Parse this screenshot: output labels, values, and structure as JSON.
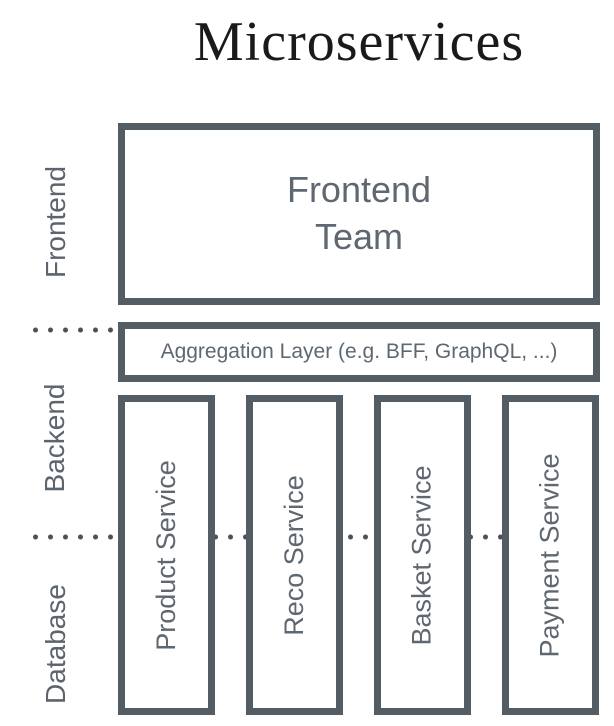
{
  "title": "Microservices",
  "colors": {
    "border": "#545c64",
    "box_text": "#5f6870",
    "side_text": "#5c656d",
    "dot": "#49515a",
    "title_text": "#1a1a1a"
  },
  "side_labels": [
    {
      "label": "Frontend"
    },
    {
      "label": "Backend"
    },
    {
      "label": "Database"
    }
  ],
  "frontend_team": {
    "label": "Frontend\nTeam"
  },
  "aggregation_layer": {
    "label": "Aggregation Layer (e.g. BFF, GraphQL, ...)"
  },
  "services": [
    {
      "label": "Product Service"
    },
    {
      "label": "Reco Service"
    },
    {
      "label": "Basket Service"
    },
    {
      "label": "Payment Service"
    }
  ]
}
